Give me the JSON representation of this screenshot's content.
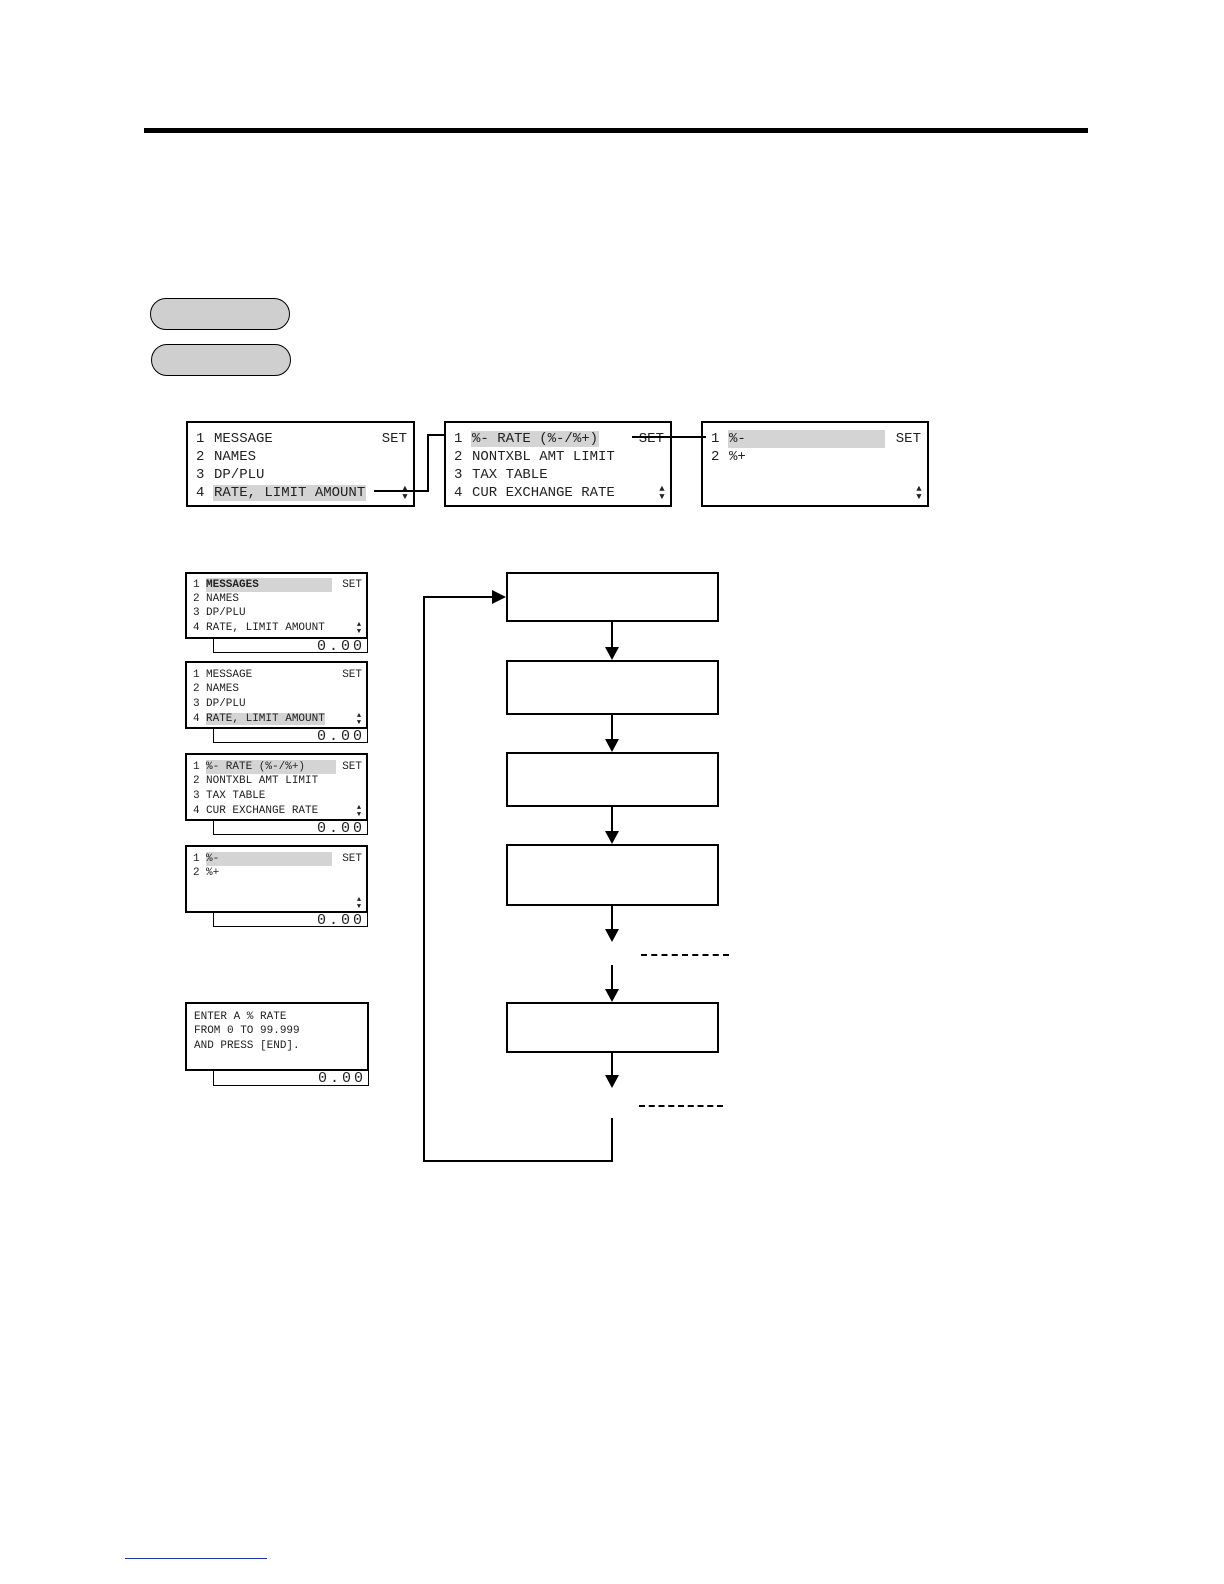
{
  "menu_screens": {
    "main": {
      "rows": [
        {
          "num": "1",
          "text": "MESSAGE",
          "highlight": false
        },
        {
          "num": "2",
          "text": "NAMES",
          "highlight": false
        },
        {
          "num": "3",
          "text": "DP/PLU",
          "highlight": false
        },
        {
          "num": "4",
          "text": "RATE, LIMIT AMOUNT",
          "highlight": true
        }
      ],
      "set_label": "SET"
    },
    "rate": {
      "rows": [
        {
          "num": "1",
          "text": "%- RATE (%-/%+)",
          "highlight": true
        },
        {
          "num": "2",
          "text": "NONTXBL AMT LIMIT",
          "highlight": false
        },
        {
          "num": "3",
          "text": "TAX TABLE",
          "highlight": false
        },
        {
          "num": "4",
          "text": "CUR EXCHANGE RATE",
          "highlight": false
        }
      ],
      "set_label": "SET"
    },
    "percent": {
      "rows": [
        {
          "num": "1",
          "text": "%-",
          "highlight": true
        },
        {
          "num": "2",
          "text": "%+",
          "highlight": false
        }
      ],
      "set_label": "SET"
    }
  },
  "step_screens": [
    {
      "rows": [
        {
          "num": "1",
          "text": "MESSAGES",
          "highlight": true
        },
        {
          "num": "2",
          "text": "NAMES",
          "highlight": false
        },
        {
          "num": "3",
          "text": "DP/PLU",
          "highlight": false
        },
        {
          "num": "4",
          "text": "RATE, LIMIT AMOUNT",
          "highlight": false
        }
      ],
      "set_label": "SET",
      "display": "0.00"
    },
    {
      "rows": [
        {
          "num": "1",
          "text": "MESSAGE",
          "highlight": false
        },
        {
          "num": "2",
          "text": "NAMES",
          "highlight": false
        },
        {
          "num": "3",
          "text": "DP/PLU",
          "highlight": false
        },
        {
          "num": "4",
          "text": "RATE, LIMIT AMOUNT",
          "highlight": true
        }
      ],
      "set_label": "SET",
      "display": "0.00"
    },
    {
      "rows": [
        {
          "num": "1",
          "text": "%- RATE (%-/%+)",
          "highlight": true
        },
        {
          "num": "2",
          "text": "NONTXBL AMT LIMIT",
          "highlight": false
        },
        {
          "num": "3",
          "text": "TAX TABLE",
          "highlight": false
        },
        {
          "num": "4",
          "text": "CUR EXCHANGE RATE",
          "highlight": false
        }
      ],
      "set_label": "SET",
      "display": "0.00"
    },
    {
      "rows": [
        {
          "num": "1",
          "text": "%-",
          "highlight": true
        },
        {
          "num": "2",
          "text": "%+",
          "highlight": false
        }
      ],
      "set_label": "SET",
      "display": "0.00"
    }
  ],
  "prompt_screen": {
    "lines": [
      "ENTER A % RATE",
      "FROM 0 TO 99.999",
      "AND PRESS [END]."
    ],
    "display": "0.00"
  },
  "icons": {
    "scroll": "up-down-arrow-icon",
    "connector": "flow-arrow-icon"
  }
}
